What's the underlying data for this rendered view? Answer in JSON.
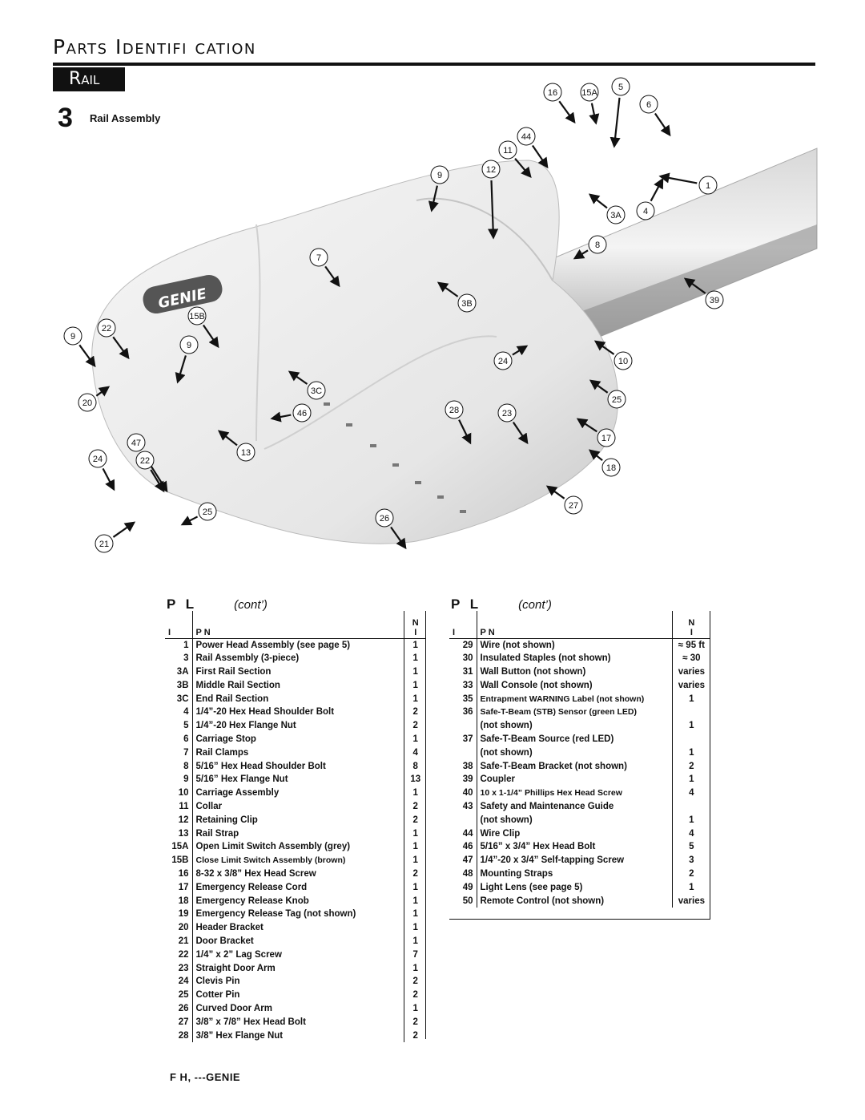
{
  "header": {
    "title": "Parts Identifi cation",
    "section": "Rail"
  },
  "figure": {
    "number": "3",
    "caption": "Rail Assembly",
    "logo_text": "GENIE"
  },
  "callouts": [
    "16",
    "15A",
    "5",
    "6",
    "44",
    "11",
    "12",
    "9",
    "1",
    "3A",
    "4",
    "8",
    "7",
    "3B",
    "39",
    "15B",
    "22",
    "9",
    "9",
    "24",
    "10",
    "20",
    "3C",
    "46",
    "28",
    "23",
    "25",
    "47",
    "13",
    "24",
    "22",
    "17",
    "18",
    "25",
    "27",
    "26",
    "21"
  ],
  "left_table": {
    "title": "P L",
    "cont": "cont’",
    "col_id": "I",
    "col_name": "P N",
    "col_qty_top": "N",
    "col_qty_bottom": "I",
    "rows": [
      [
        "1",
        "Power Head Assembly (see page 5)",
        "1"
      ],
      [
        "3",
        "Rail Assembly (3-piece)",
        "1"
      ],
      [
        "3A",
        "First Rail Section",
        "1"
      ],
      [
        "3B",
        "Middle Rail Section",
        "1"
      ],
      [
        "3C",
        "End Rail Section",
        "1"
      ],
      [
        "4",
        "1/4”-20 Hex Head Shoulder Bolt",
        "2"
      ],
      [
        "5",
        "1/4”-20 Hex Flange Nut",
        "2"
      ],
      [
        "6",
        "Carriage Stop",
        "1"
      ],
      [
        "7",
        "Rail Clamps",
        "4"
      ],
      [
        "8",
        "5/16” Hex Head Shoulder Bolt",
        "8"
      ],
      [
        "9",
        "5/16” Hex Flange Nut",
        "13"
      ],
      [
        "10",
        "Carriage Assembly",
        "1"
      ],
      [
        "11",
        "Collar",
        "2"
      ],
      [
        "12",
        "Retaining Clip",
        "2"
      ],
      [
        "13",
        "Rail Strap",
        "1"
      ],
      [
        "15A",
        "Open Limit Switch Assembly (grey)",
        "1"
      ],
      [
        "15B",
        "Close Limit Switch Assembly (brown)",
        "1"
      ],
      [
        "16",
        "8-32 x 3/8” Hex Head Screw",
        "2"
      ],
      [
        "17",
        "Emergency Release Cord",
        "1"
      ],
      [
        "18",
        "Emergency Release Knob",
        "1"
      ],
      [
        "19",
        "Emergency Release Tag (not shown)",
        "1"
      ],
      [
        "20",
        "Header Bracket",
        "1"
      ],
      [
        "21",
        "Door Bracket",
        "1"
      ],
      [
        "22",
        "1/4” x 2” Lag Screw",
        "7"
      ],
      [
        "23",
        "Straight Door Arm",
        "1"
      ],
      [
        "24",
        "Clevis Pin",
        "2"
      ],
      [
        "25",
        "Cotter Pin",
        "2"
      ],
      [
        "26",
        "Curved Door Arm",
        "1"
      ],
      [
        "27",
        "3/8” x 7/8” Hex Head Bolt",
        "2"
      ],
      [
        "28",
        "3/8” Hex Flange Nut",
        "2"
      ]
    ]
  },
  "right_table": {
    "title": "P L",
    "cont": "cont’",
    "col_id": "I",
    "col_name": "P N",
    "col_qty_top": "N",
    "col_qty_bottom": "I",
    "rows": [
      [
        "29",
        "Wire (not shown)",
        "≈ 95 ft"
      ],
      [
        "30",
        "Insulated Staples (not shown)",
        "≈   30"
      ],
      [
        "31",
        "Wall Button (not shown)",
        "varies"
      ],
      [
        "33",
        "Wall Console (not shown)",
        "varies"
      ],
      [
        "35",
        "Entrapment WARNING Label (not shown)",
        "1"
      ],
      [
        "36",
        "Safe-T-Beam (STB) Sensor (green LED)",
        ""
      ],
      [
        "",
        "(not shown)",
        "1"
      ],
      [
        "37",
        "Safe-T-Beam Source (red LED)",
        ""
      ],
      [
        "",
        "(not shown)",
        "1"
      ],
      [
        "38",
        "Safe-T-Beam Bracket (not shown)",
        "2"
      ],
      [
        "39",
        "Coupler",
        "1"
      ],
      [
        "40",
        "10 x 1-1/4” Phillips Hex Head Screw",
        "4"
      ],
      [
        "43",
        "Safety and Maintenance Guide",
        ""
      ],
      [
        "",
        "(not shown)",
        "1"
      ],
      [
        "44",
        "Wire Clip",
        "4"
      ],
      [
        "46",
        "5/16” x 3/4” Hex Head Bolt",
        "5"
      ],
      [
        "47",
        "1/4”-20 x 3/4” Self-tapping Screw",
        "3"
      ],
      [
        "48",
        "Mounting Straps",
        "2"
      ],
      [
        "49",
        "Light Lens (see page 5)",
        "1"
      ],
      [
        "50",
        "Remote Control (not shown)",
        "varies"
      ]
    ]
  },
  "footer": "F H,  ---GENIE"
}
